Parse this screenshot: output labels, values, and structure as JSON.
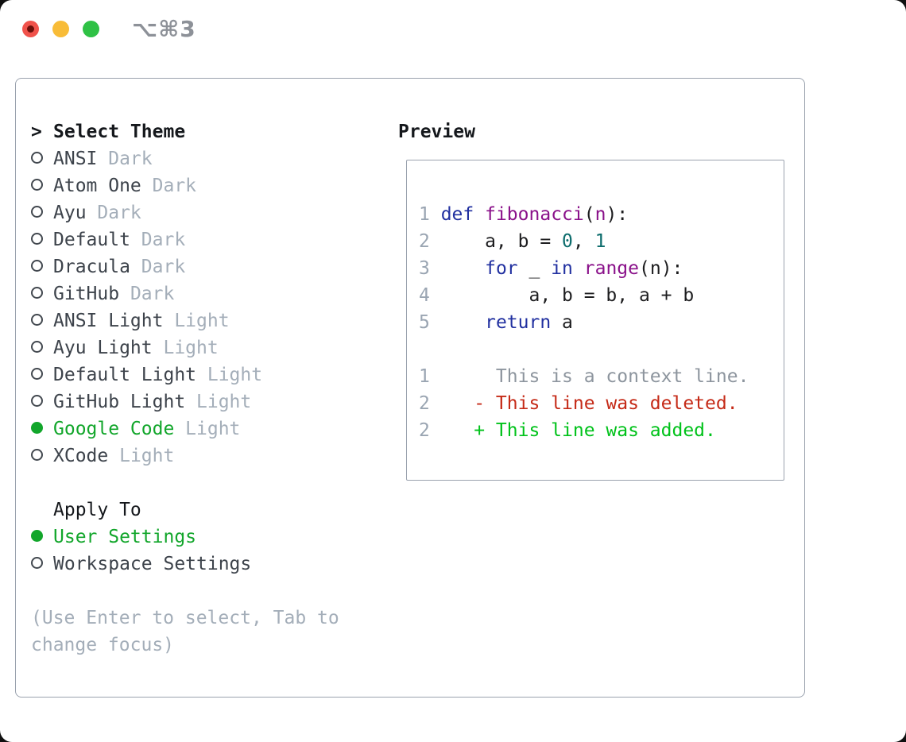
{
  "titlebar": {
    "shortcut": "⌥⌘3"
  },
  "colors": {
    "tl-red": "#f0524b",
    "tl-red-dot": "#6b0f0a",
    "tl-yellow": "#f8bc38",
    "tl-green": "#2fc145",
    "title-gray": "#8d9198",
    "border": "#9aa2ae",
    "ink": "#15181c",
    "name": "#3d434b",
    "muted": "#a4aeb9",
    "circle": "#42484f",
    "green": "#12a62b",
    "lnum": "#9aa5b2",
    "pln": "#1d1d1f",
    "kwd": "#2130a0",
    "typ": "#8a118a",
    "lit": "#0c6c6c",
    "ctx": "#8d959e",
    "del": "#c52a17",
    "add": "#00c21a"
  },
  "left": {
    "header": {
      "prefix": ">",
      "label": "Select Theme"
    },
    "themes": [
      {
        "name": "ANSI",
        "variant": "Dark",
        "selected": false
      },
      {
        "name": "Atom One",
        "variant": "Dark",
        "selected": false
      },
      {
        "name": "Ayu",
        "variant": "Dark",
        "selected": false
      },
      {
        "name": "Default",
        "variant": "Dark",
        "selected": false
      },
      {
        "name": "Dracula",
        "variant": "Dark",
        "selected": false
      },
      {
        "name": "GitHub",
        "variant": "Dark",
        "selected": false
      },
      {
        "name": "ANSI Light",
        "variant": "Light",
        "selected": false
      },
      {
        "name": "Ayu Light",
        "variant": "Light",
        "selected": false
      },
      {
        "name": "Default Light",
        "variant": "Light",
        "selected": false
      },
      {
        "name": "GitHub Light",
        "variant": "Light",
        "selected": false
      },
      {
        "name": "Google Code",
        "variant": "Light",
        "selected": true
      },
      {
        "name": "XCode",
        "variant": "Light",
        "selected": false
      }
    ],
    "apply_to": {
      "label": "Apply To",
      "options": [
        {
          "name": "User Settings",
          "selected": true
        },
        {
          "name": "Workspace Settings",
          "selected": false
        }
      ]
    },
    "hint_line1": "(Use Enter to select, Tab to",
    "hint_line2": "change focus)"
  },
  "preview": {
    "label": "Preview",
    "code_lines": [
      {
        "num": "1",
        "segments": [
          {
            "t": " ",
            "c": "pln"
          },
          {
            "t": "def",
            "c": "kwd"
          },
          {
            "t": " ",
            "c": "pln"
          },
          {
            "t": "fibonacci",
            "c": "typ"
          },
          {
            "t": "(",
            "c": "pln"
          },
          {
            "t": "n",
            "c": "typ"
          },
          {
            "t": "):",
            "c": "pln"
          }
        ]
      },
      {
        "num": "2",
        "segments": [
          {
            "t": "     a, b = ",
            "c": "pln"
          },
          {
            "t": "0",
            "c": "lit"
          },
          {
            "t": ", ",
            "c": "pln"
          },
          {
            "t": "1",
            "c": "lit"
          }
        ]
      },
      {
        "num": "3",
        "segments": [
          {
            "t": "     ",
            "c": "pln"
          },
          {
            "t": "for",
            "c": "kwd"
          },
          {
            "t": " _ ",
            "c": "pln"
          },
          {
            "t": "in",
            "c": "kwd"
          },
          {
            "t": " ",
            "c": "pln"
          },
          {
            "t": "range",
            "c": "typ"
          },
          {
            "t": "(n):",
            "c": "pln"
          }
        ]
      },
      {
        "num": "4",
        "segments": [
          {
            "t": "         a, b = b, a + b",
            "c": "pln"
          }
        ]
      },
      {
        "num": "5",
        "segments": [
          {
            "t": "     ",
            "c": "pln"
          },
          {
            "t": "return",
            "c": "kwd"
          },
          {
            "t": " a",
            "c": "pln"
          }
        ]
      }
    ],
    "diff_lines": [
      {
        "num": "1",
        "text": "      This is a context line.",
        "type": "context"
      },
      {
        "num": "2",
        "text": "    - This line was deleted.",
        "type": "deleted"
      },
      {
        "num": "2",
        "text": "    + This line was added.",
        "type": "added"
      }
    ]
  }
}
